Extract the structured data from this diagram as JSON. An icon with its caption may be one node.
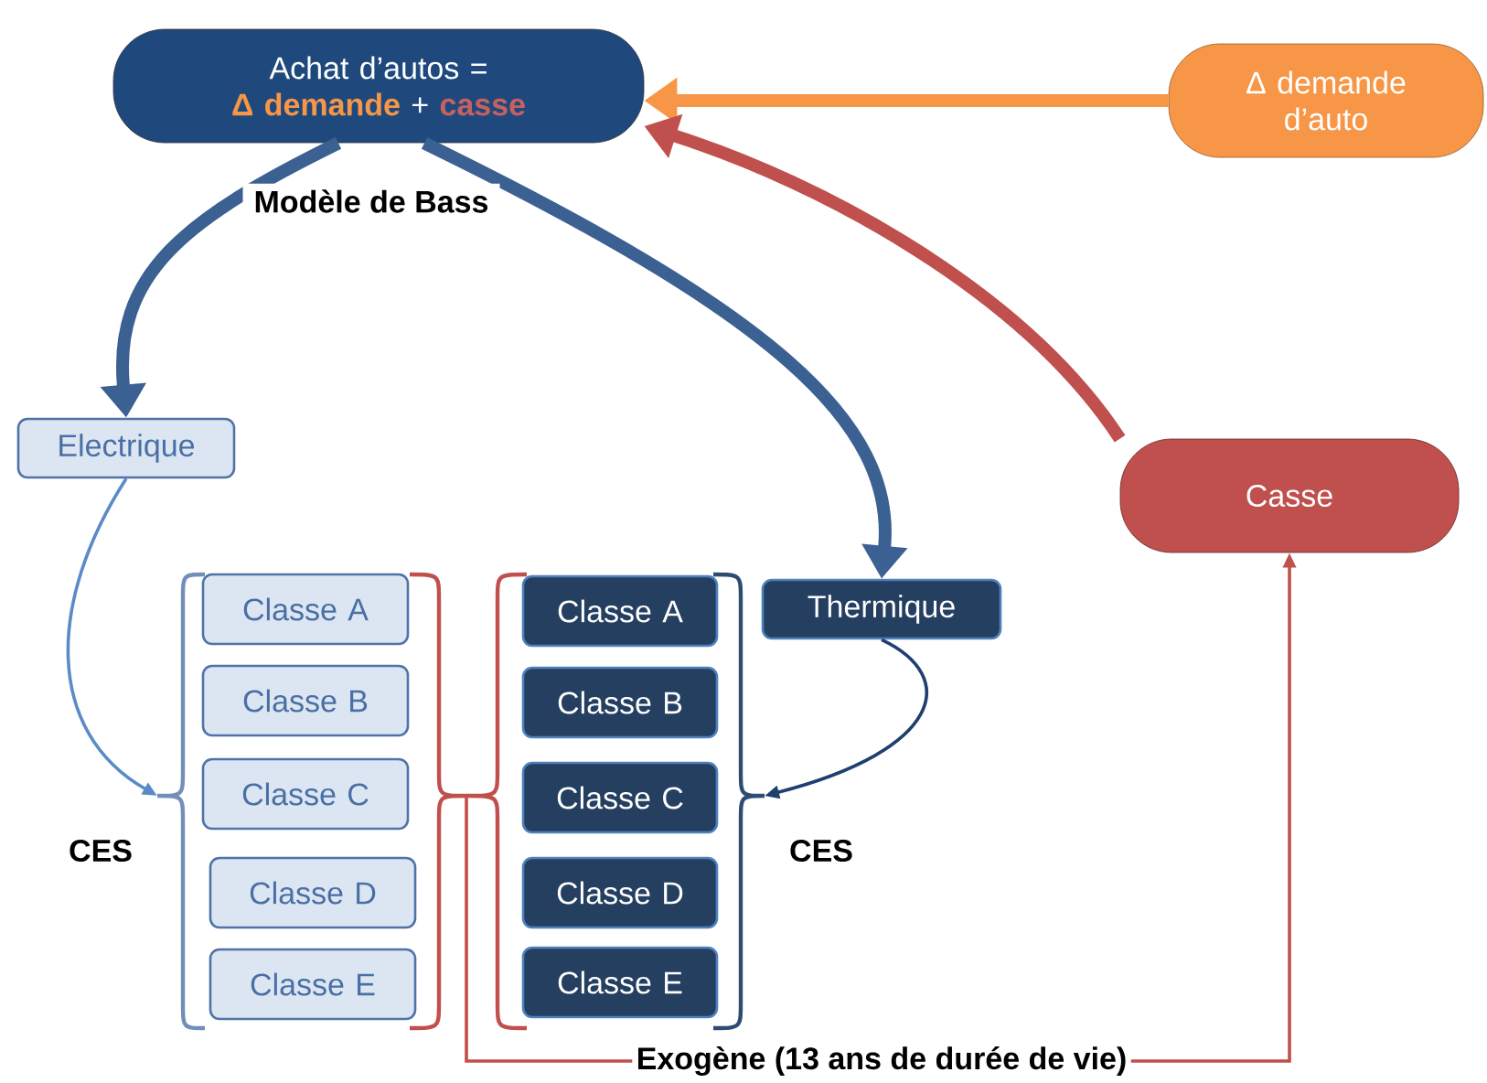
{
  "diagram": {
    "nodes": [
      {
        "text": [
          "Achat d’autos =",
          "Δ demande",
          "+",
          "casse"
        ]
      },
      {
        "text": [
          "Δ demande d’auto"
        ]
      },
      {
        "text": [
          "Electrique"
        ]
      },
      {
        "text": [
          "Thermique"
        ]
      },
      {
        "text": [
          "Casse"
        ]
      },
      {
        "text": [
          "Classe A"
        ]
      },
      {
        "text": [
          "Classe B"
        ]
      },
      {
        "text": [
          "Classe C"
        ]
      },
      {
        "text": [
          "Classe D"
        ]
      },
      {
        "text": [
          "Classe E"
        ]
      },
      {
        "text": [
          "Classe A"
        ]
      },
      {
        "text": [
          "Classe B"
        ]
      },
      {
        "text": [
          "Classe C"
        ]
      },
      {
        "text": [
          "Classe D"
        ]
      },
      {
        "text": [
          "Classe E"
        ]
      },
      {
        "text": [
          "Exogène (13 ans de durée de vie)"
        ]
      },
      {
        "text": [],
        "shape": "brace"
      },
      {
        "text": [],
        "shape": "brace"
      },
      {
        "text": [],
        "shape": "brace"
      }
    ],
    "edges": [
      {
        "from": 1,
        "to": 0,
        "arrow": "to",
        "style": "thick",
        "color": "#f79646"
      },
      {
        "from": 4,
        "to": 0,
        "arrow": "to",
        "style": "thick",
        "color": "#c0504d"
      },
      {
        "from": 0,
        "to": 2,
        "arrow": "to",
        "style": "thick",
        "color": "#3b6092"
      },
      {
        "from": 0,
        "to": 3,
        "arrow": "to",
        "style": "thick",
        "color": "#3b6092"
      },
      {
        "from": 2,
        "to": 16,
        "arrow": "to",
        "color": "#5b8bc6"
      },
      {
        "from": 3,
        "to": 18,
        "arrow": "to",
        "color": "#1f3f6f"
      },
      {
        "from": 17,
        "to": 15,
        "arrow": "none",
        "color": "#c0504d"
      },
      {
        "from": 15,
        "to": 4,
        "arrow": "to",
        "color": "#c0504d"
      }
    ],
    "labels": [
      "Modèle de Bass",
      "CES",
      "CES"
    ]
  }
}
